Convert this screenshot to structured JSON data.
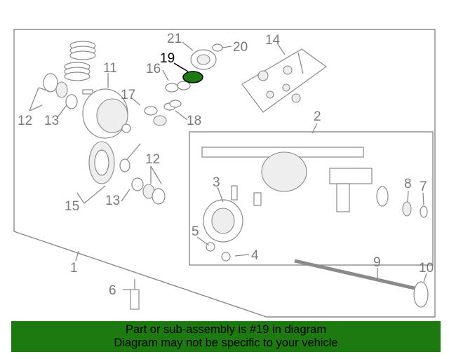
{
  "diagram": {
    "callouts": {
      "c1": "1",
      "c2": "2",
      "c3": "3",
      "c4": "4",
      "c5": "5",
      "c6": "6",
      "c7": "7",
      "c8": "8",
      "c9": "9",
      "c10": "10",
      "c11": "11",
      "c12a": "12",
      "c12b": "12",
      "c13a": "13",
      "c13b": "13",
      "c14": "14",
      "c15": "15",
      "c16": "16",
      "c17": "17",
      "c18": "18",
      "c19": "19",
      "c20": "20",
      "c21": "21"
    },
    "highlight_color": "#1d7a10"
  },
  "banner": {
    "line1": "Part or sub-assembly is #19 in diagram",
    "line2": "Diagram may not be specific to your vehicle"
  }
}
